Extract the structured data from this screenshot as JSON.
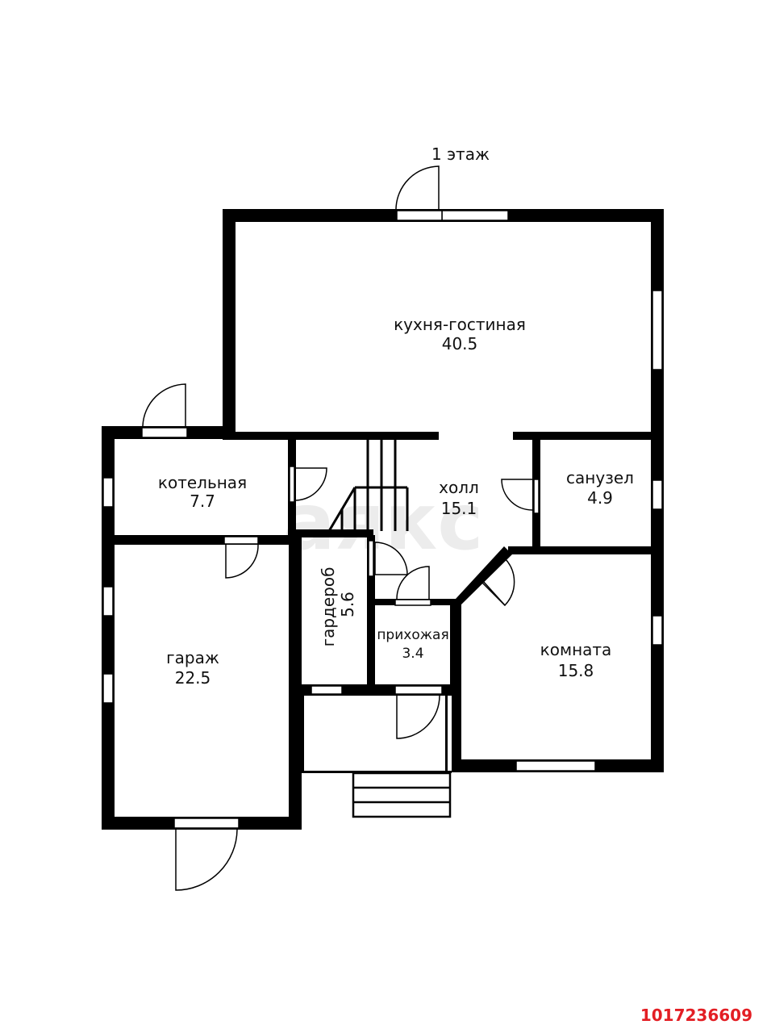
{
  "floor_title": "1 этаж",
  "watermark": "аякс",
  "listing_id": "1017236609",
  "rooms": {
    "kitchen": {
      "name": "кухня-гостиная",
      "area": "40.5"
    },
    "boiler": {
      "name": "котельная",
      "area": "7.7"
    },
    "hall": {
      "name": "холл",
      "area": "15.1"
    },
    "bathroom": {
      "name": "санузел",
      "area": "4.9"
    },
    "wardrobe": {
      "name": "гардероб",
      "area": "5.6"
    },
    "entry": {
      "name": "прихожая",
      "area": "3.4"
    },
    "garage": {
      "name": "гараж",
      "area": "22.5"
    },
    "room": {
      "name": "комната",
      "area": "15.8"
    }
  },
  "colors": {
    "wall": "#000000",
    "listing_id": "#e31e24",
    "watermark": "#ececec"
  }
}
